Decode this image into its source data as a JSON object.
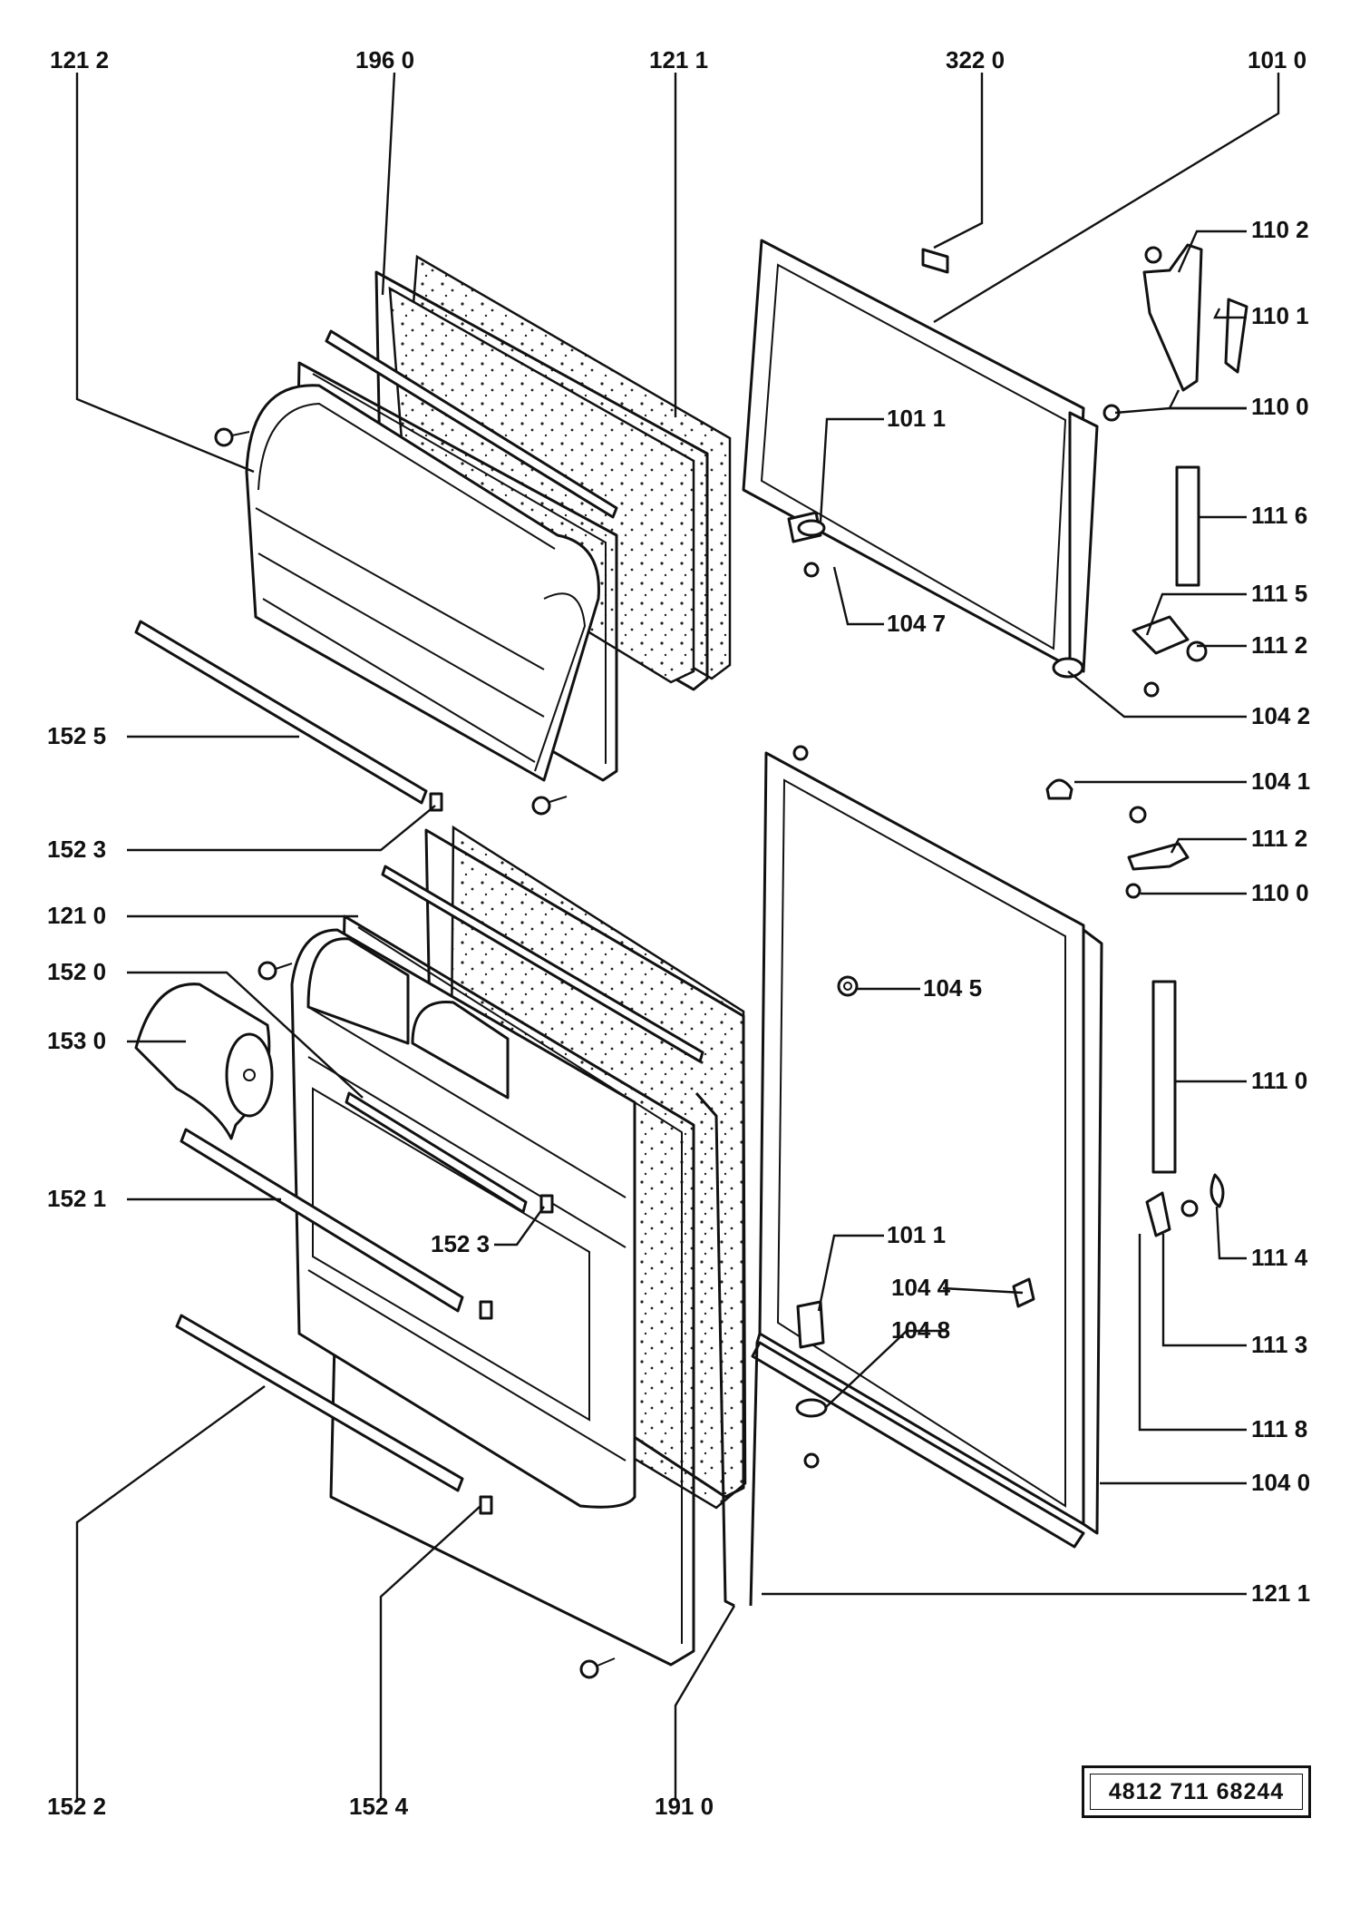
{
  "labels": {
    "l1212": "121 2",
    "l1960": "196 0",
    "l1211_top": "121 1",
    "l3220": "322 0",
    "l1010": "101 0",
    "l1102": "110 2",
    "l1101": "110 1",
    "l1100_top": "110 0",
    "l1011_top": "101 1",
    "l1116": "111 6",
    "l1047": "104 7",
    "l1115": "111 5",
    "l1112_top": "111 2",
    "l1042": "104 2",
    "l1525": "152 5",
    "l1041": "104 1",
    "l1523_left": "152 3",
    "l1112_mid": "111 2",
    "l1210": "121 0",
    "l1100_mid": "110 0",
    "l1520": "152 0",
    "l1045": "104 5",
    "l1530": "153 0",
    "l1110": "111 0",
    "l1521": "152 1",
    "l1523_mid": "152 3",
    "l1011_mid": "101 1",
    "l1114": "111 4",
    "l1044": "104 4",
    "l1048": "104 8",
    "l1113": "111 3",
    "l1118": "111 8",
    "l1040": "104 0",
    "l1211_bot": "121 1",
    "l1522": "152 2",
    "l1524": "152 4",
    "l1910": "191 0"
  },
  "document_number": "4812  711  68244"
}
